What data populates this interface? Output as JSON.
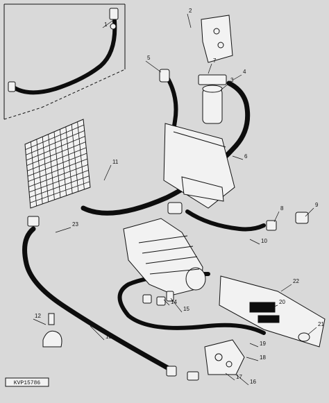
{
  "diagram": {
    "figure_code": "KVP15786",
    "callouts": [
      "1",
      "2",
      "3",
      "4",
      "5",
      "6",
      "7",
      "8",
      "9",
      "10",
      "11",
      "12",
      "13",
      "14",
      "15",
      "16",
      "17",
      "18",
      "19",
      "20",
      "21",
      "22",
      "23"
    ]
  },
  "colors": {
    "background": "#d9d9d9",
    "ink": "#111111",
    "hose": "#0d0d0d",
    "part_fill": "#f2f2f2"
  }
}
